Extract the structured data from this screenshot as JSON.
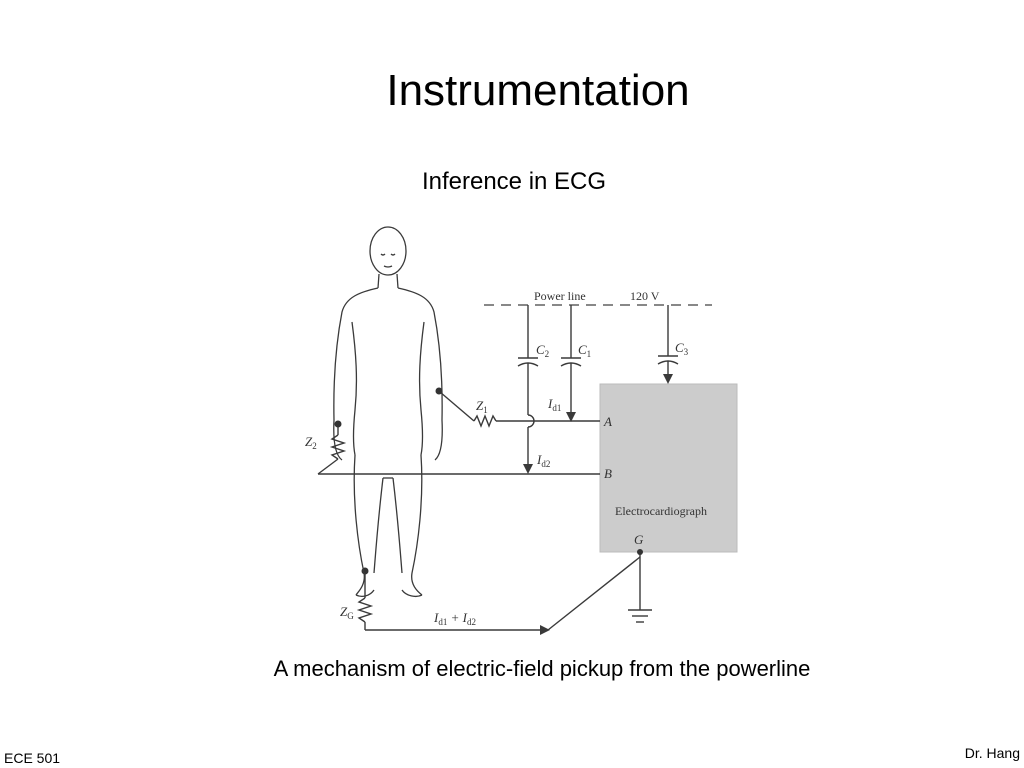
{
  "slide": {
    "title": "Instrumentation",
    "subtitle": "Inference in ECG",
    "caption": "A mechanism of electric-field pickup from the powerline",
    "footer_left": "ECE 501",
    "footer_right": "Dr. Hang"
  },
  "figure": {
    "power_line_label": "Power line",
    "voltage_label": "120 V",
    "device_label": "Electrocardiograph",
    "terminal_a": "A",
    "terminal_b": "B",
    "terminal_g": "G",
    "capacitors": [
      {
        "sym": "C",
        "sub": "2"
      },
      {
        "sym": "C",
        "sub": "1"
      },
      {
        "sym": "C",
        "sub": "3"
      }
    ],
    "impedances": [
      {
        "sym": "Z",
        "sub": "1"
      },
      {
        "sym": "Z",
        "sub": "2"
      },
      {
        "sym": "Z",
        "sub": "G"
      }
    ],
    "currents": [
      {
        "sym": "I",
        "sub": "d1"
      },
      {
        "sym": "I",
        "sub": "d2"
      }
    ],
    "ground_current": {
      "a_sym": "I",
      "a_sub": "d1",
      "op": " + ",
      "b_sym": "I",
      "b_sub": "d2"
    },
    "colors": {
      "device_fill": "#cccccc",
      "line": "#3a3a3a",
      "dash": "#888888"
    }
  }
}
